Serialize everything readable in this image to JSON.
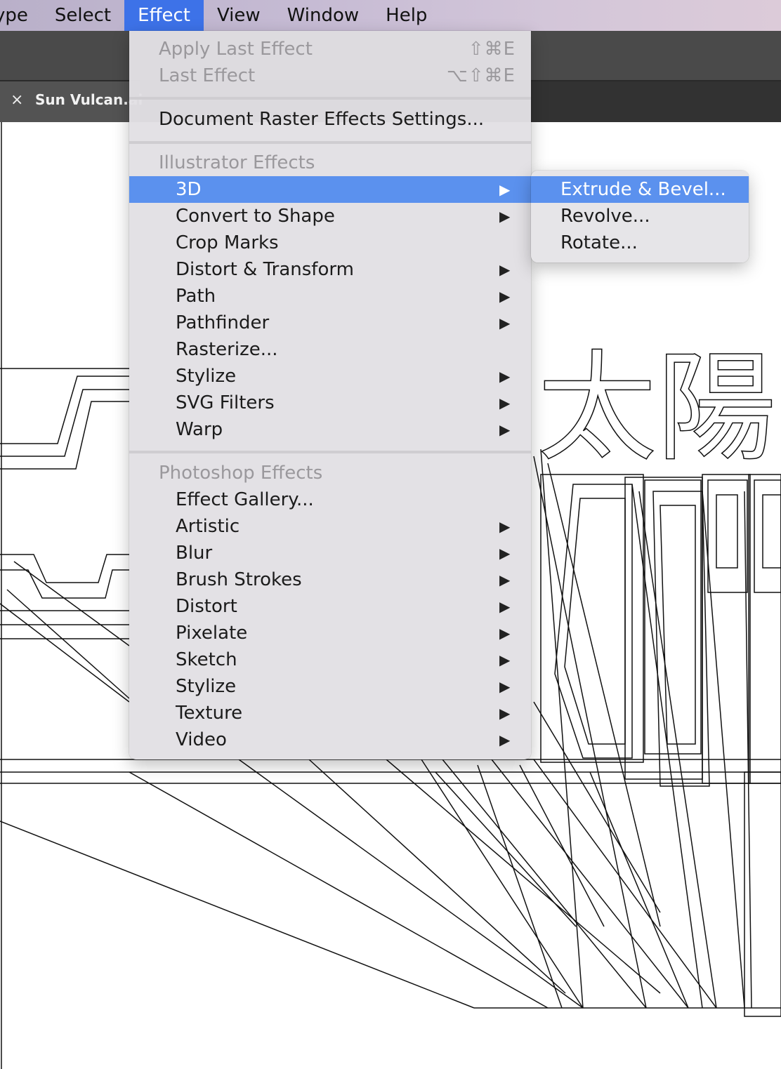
{
  "menubar": {
    "items": [
      "ype",
      "Select",
      "Effect",
      "View",
      "Window",
      "Help"
    ],
    "active": "Effect"
  },
  "document_tab": {
    "close": "×",
    "name": "Sun Vulcan.ai"
  },
  "effect_menu": {
    "apply_last_effect": {
      "label": "Apply Last Effect",
      "shortcut": "⇧⌘E"
    },
    "last_effect": {
      "label": "Last Effect",
      "shortcut": "⌥⇧⌘E"
    },
    "document_raster": "Document Raster Effects Settings...",
    "illustrator_header": "Illustrator Effects",
    "illustrator_items": [
      "3D",
      "Convert to Shape",
      "Crop Marks",
      "Distort & Transform",
      "Path",
      "Pathfinder",
      "Rasterize...",
      "Stylize",
      "SVG Filters",
      "Warp"
    ],
    "photoshop_header": "Photoshop Effects",
    "photoshop_items": [
      "Effect Gallery...",
      "Artistic",
      "Blur",
      "Brush Strokes",
      "Distort",
      "Pixelate",
      "Sketch",
      "Stylize",
      "Texture",
      "Video"
    ],
    "submenu_arrow": "▶"
  },
  "submenu_3d": {
    "items": [
      "Extrude & Bevel...",
      "Revolve...",
      "Rotate..."
    ],
    "highlighted": "Extrude & Bevel..."
  },
  "artwork": {
    "kanji": "太陽"
  },
  "colors": {
    "highlight": "#5b91ee",
    "menubar_active": "#3d72e8"
  }
}
